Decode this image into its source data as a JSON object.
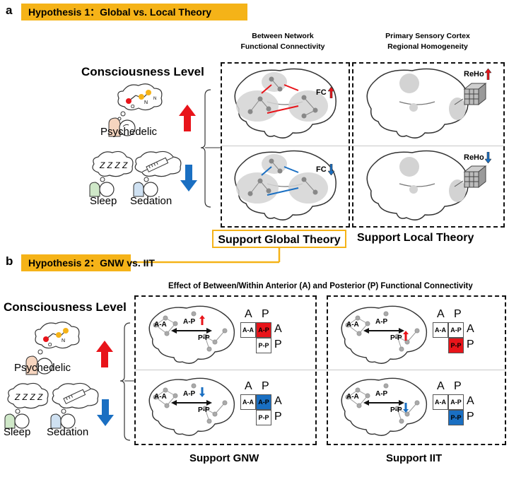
{
  "panel_a": {
    "letter": "a",
    "hypothesis": "Hypothesis 1：Global vs. Local Theory",
    "consciousness_title": "Consciousness Level",
    "states": {
      "psychedelic": "Psychedelic",
      "sleep": "Sleep",
      "sedation": "Sedation"
    },
    "col1_header": [
      "Between Network",
      "Functional Connectivity"
    ],
    "col2_header": [
      "Primary Sensory Cortex",
      "Regional Homogeneity"
    ],
    "fc_label": "FC",
    "reho_label": "ReHo",
    "support_global": "Support Global Theory",
    "support_local": "Support Local Theory"
  },
  "panel_b": {
    "letter": "b",
    "hypothesis": "Hypothesis 2：GNW vs. IIT",
    "title": "Effect of Between/Within Anterior (A) and Posterior (P) Functional Connectivity",
    "consciousness_title": "Consciousness Level",
    "states": {
      "psychedelic": "Psychedelic",
      "sleep": "Sleep",
      "sedation": "Sedation"
    },
    "labels": {
      "aa": "A-A",
      "ap": "A-P",
      "pp": "P-P",
      "A": "A",
      "P": "P"
    },
    "support_gnw": "Support GNW",
    "support_iit": "Support IIT"
  },
  "colors": {
    "banner": "#f5b318",
    "up": "#e8141a",
    "down": "#1a6fc2",
    "arrow_fc_up": "#e8141a",
    "arrow_fc_down": "#1a6fc2"
  },
  "icons": [
    "molecule-icon",
    "sleep-icon",
    "syringe-icon",
    "head-icon",
    "brain-icon",
    "cube-icon",
    "up-arrow-icon",
    "down-arrow-icon"
  ]
}
